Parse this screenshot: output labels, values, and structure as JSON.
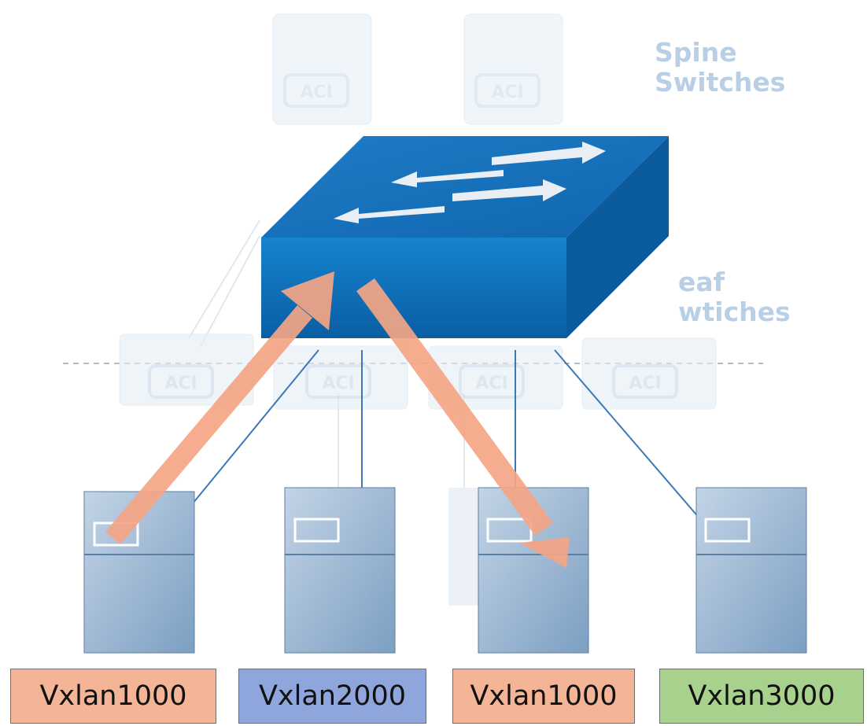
{
  "spine": {
    "label_line1": "Spine",
    "label_line2": "Switches",
    "switch_badge": "ACI"
  },
  "leaf": {
    "label_line1": "eaf",
    "label_line2": "wtiches",
    "switch_badge": "ACI"
  },
  "vxlan_labels": [
    {
      "text": "Vxlan1000",
      "color": "#f4b596"
    },
    {
      "text": "Vxlan2000",
      "color": "#8fa6dc"
    },
    {
      "text": "Vxlan1000",
      "color": "#f4b596"
    },
    {
      "text": "Vxlan3000",
      "color": "#a9d18e"
    }
  ],
  "colors": {
    "switch_front": "#0e6fb8",
    "switch_top": "#1a73c0",
    "switch_side": "#0a5a9a",
    "traffic_arrow": "#f4a585",
    "faded": "#dce7f2",
    "link": "#3a78b8"
  }
}
